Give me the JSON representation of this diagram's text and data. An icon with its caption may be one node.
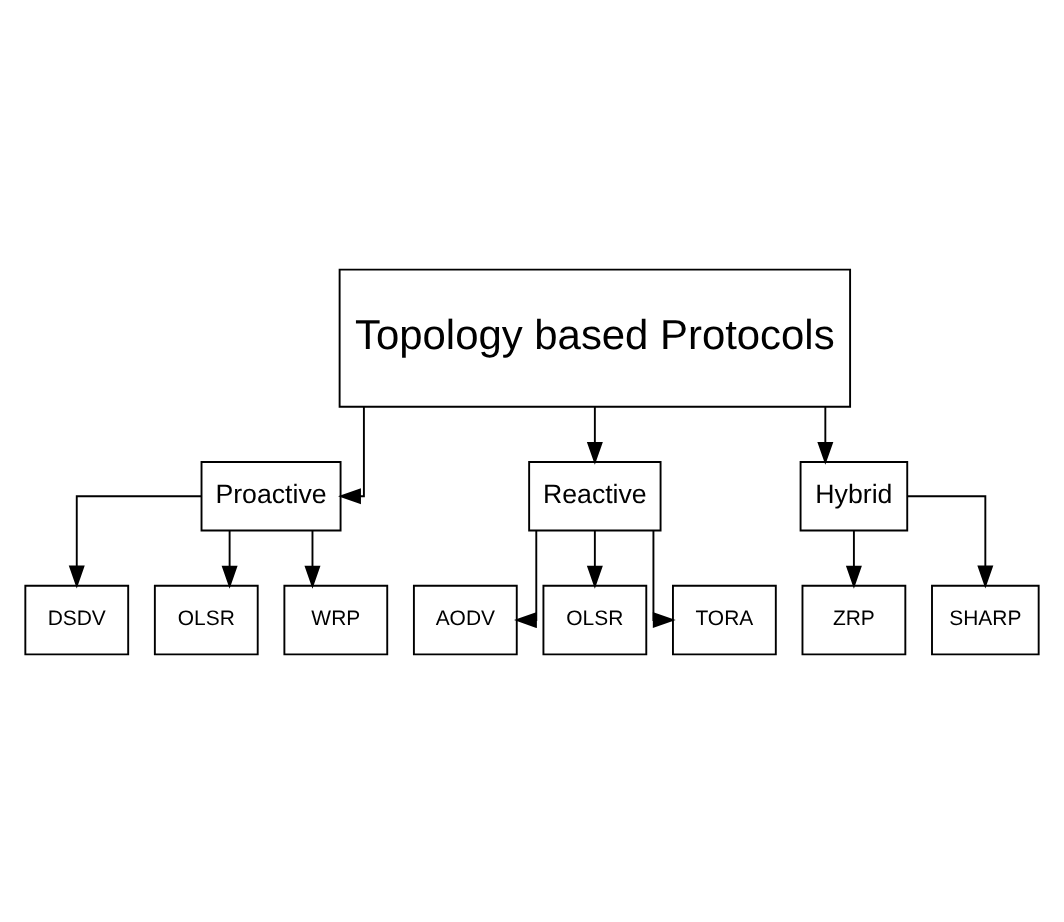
{
  "diagram": {
    "nodes": [
      {
        "text": [
          "Topology based Protocols"
        ]
      },
      {
        "text": [
          "Proactive"
        ]
      },
      {
        "text": [
          "Reactive"
        ]
      },
      {
        "text": [
          "Hybrid"
        ]
      },
      {
        "text": [
          "DSDV"
        ]
      },
      {
        "text": [
          "OLSR"
        ]
      },
      {
        "text": [
          "WRP"
        ]
      },
      {
        "text": [
          "AODV"
        ]
      },
      {
        "text": [
          "OLSR"
        ]
      },
      {
        "text": [
          "TORA"
        ]
      },
      {
        "text": [
          "ZRP"
        ]
      },
      {
        "text": [
          "SHARP"
        ]
      }
    ],
    "edges": [
      {
        "from": 0,
        "to": 1,
        "arrow": "to"
      },
      {
        "from": 0,
        "to": 2,
        "arrow": "to"
      },
      {
        "from": 0,
        "to": 3,
        "arrow": "to"
      },
      {
        "from": 1,
        "to": 4,
        "arrow": "to"
      },
      {
        "from": 1,
        "to": 5,
        "arrow": "to"
      },
      {
        "from": 1,
        "to": 6,
        "arrow": "to"
      },
      {
        "from": 2,
        "to": 7,
        "arrow": "to"
      },
      {
        "from": 2,
        "to": 8,
        "arrow": "to"
      },
      {
        "from": 2,
        "to": 9,
        "arrow": "to"
      },
      {
        "from": 3,
        "to": 10,
        "arrow": "to"
      },
      {
        "from": 3,
        "to": 11,
        "arrow": "to"
      }
    ]
  }
}
